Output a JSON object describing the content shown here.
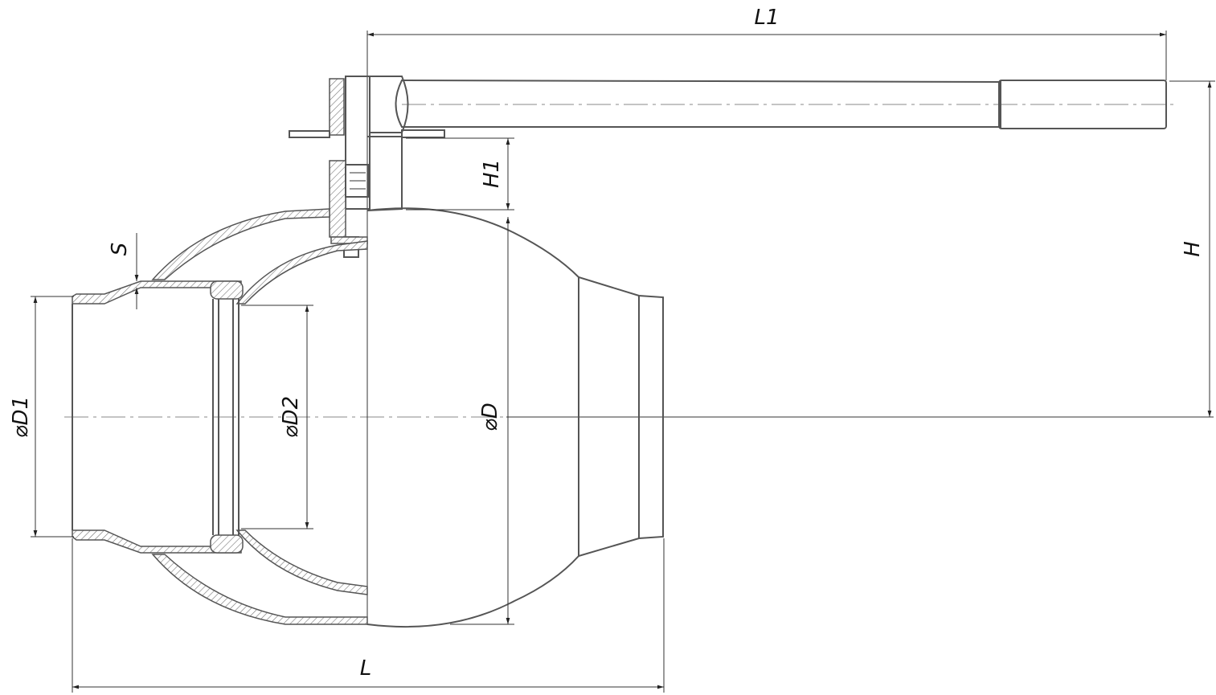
{
  "drawing": {
    "title": "Ball valve with welded ends and handle — dimension drawing",
    "labels": {
      "L1": "L1",
      "H1": "H1",
      "S": "S",
      "H": "H",
      "D1": "⌀D1",
      "D2": "⌀D2",
      "D": "⌀D",
      "L": "L"
    }
  }
}
